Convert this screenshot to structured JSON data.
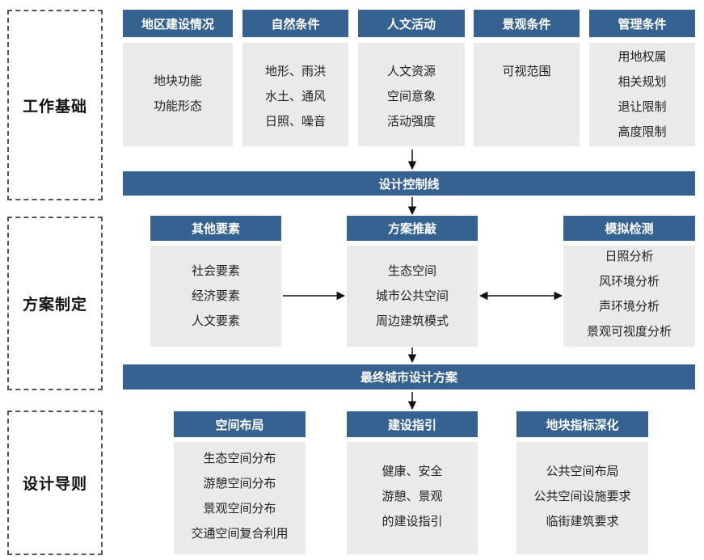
{
  "sections": {
    "basis": "工作基础",
    "plan": "方案制定",
    "guide": "设计导则"
  },
  "basis_boxes": [
    {
      "title": "地区建设情况",
      "items": [
        "地块功能",
        "功能形态"
      ]
    },
    {
      "title": "自然条件",
      "items": [
        "地形、雨洪",
        "水土、通风",
        "日照、噪音"
      ]
    },
    {
      "title": "人文活动",
      "items": [
        "人文资源",
        "空间意象",
        "活动强度"
      ]
    },
    {
      "title": "景观条件",
      "items": [
        "可视范围"
      ]
    },
    {
      "title": "管理条件",
      "items": [
        "用地权属",
        "相关规划",
        "退让限制",
        "高度限制"
      ]
    }
  ],
  "control_line": "设计控制线",
  "plan_boxes": [
    {
      "title": "其他要素",
      "items": [
        "社会要素",
        "经济要素",
        "人文要素"
      ]
    },
    {
      "title": "方案推敲",
      "items": [
        "生态空间",
        "城市公共空间",
        "周边建筑模式"
      ]
    },
    {
      "title": "模拟检测",
      "items": [
        "日照分析",
        "风环境分析",
        "声环境分析",
        "景观可视度分析"
      ]
    }
  ],
  "final_plan": "最终城市设计方案",
  "guide_boxes": [
    {
      "title": "空间布局",
      "items": [
        "生态空间分布",
        "游憩空间分布",
        "景观空间分布",
        "交通空间复合利用"
      ]
    },
    {
      "title": "建设指引",
      "items": [
        "健康、安全",
        "游憩、景观",
        "的建设指引"
      ]
    },
    {
      "title": "地块指标深化",
      "items": [
        "公共空间布局",
        "公共空间设施要求",
        "临街建筑要求"
      ]
    }
  ]
}
